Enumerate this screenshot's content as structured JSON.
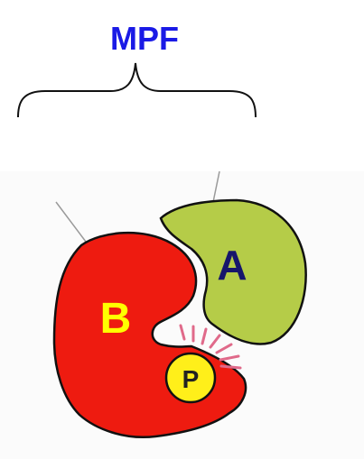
{
  "diagram": {
    "complex_label": "MPF",
    "subunit_a_label": "A",
    "subunit_b_label": "B",
    "phosphate_label": "P"
  },
  "colors": {
    "complex_label": "#1a1ae6",
    "subunit_a_fill": "#b5cc48",
    "subunit_a_text": "#16166b",
    "subunit_b_fill": "#ee1b10",
    "subunit_b_text": "#ffff00",
    "phosphate_fill": "#ffef1a",
    "phosphate_text": "#222222",
    "interaction_lines": "#e06a8a",
    "outline": "#111111",
    "leader_lines": "#9a9a9a"
  }
}
